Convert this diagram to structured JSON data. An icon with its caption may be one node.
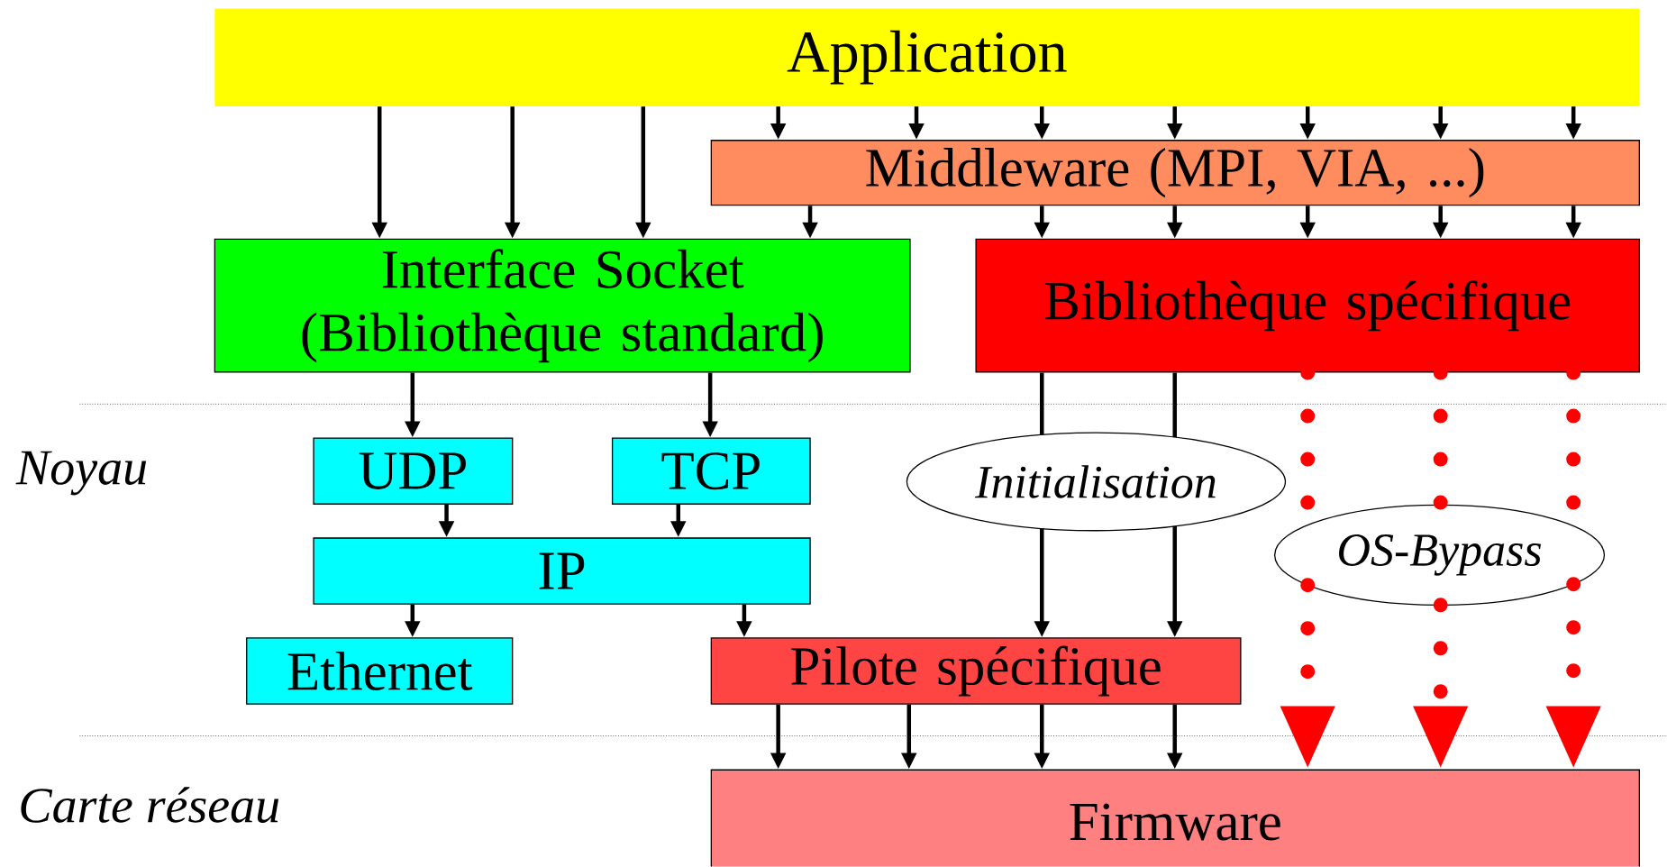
{
  "diagram": {
    "nodes": [
      {
        "text": [
          "Application"
        ]
      },
      {
        "text": [
          "Middleware (MPI, VIA, ...)"
        ]
      },
      {
        "text": [
          "Interface Socket (Bibliothèque standard)"
        ]
      },
      {
        "text": [
          "Bibliothèque spécifique"
        ]
      },
      {
        "text": [
          "UDP"
        ]
      },
      {
        "text": [
          "TCP"
        ]
      },
      {
        "text": [
          "Initialisation"
        ]
      },
      {
        "text": [
          "OS-Bypass"
        ]
      },
      {
        "text": [
          "IP"
        ]
      },
      {
        "text": [
          "Ethernet"
        ]
      },
      {
        "text": [
          "Pilote spécifique"
        ]
      },
      {
        "text": [
          "Firmware"
        ]
      }
    ],
    "edges": [
      {
        "from": 0,
        "to": 2,
        "arrow": "to"
      },
      {
        "from": 0,
        "to": 2,
        "arrow": "to"
      },
      {
        "from": 0,
        "to": 2,
        "arrow": "to"
      },
      {
        "from": 0,
        "to": 1,
        "arrow": "to"
      },
      {
        "from": 0,
        "to": 1,
        "arrow": "to"
      },
      {
        "from": 0,
        "to": 1,
        "arrow": "to"
      },
      {
        "from": 0,
        "to": 1,
        "arrow": "to"
      },
      {
        "from": 0,
        "to": 1,
        "arrow": "to"
      },
      {
        "from": 0,
        "to": 1,
        "arrow": "to"
      },
      {
        "from": 0,
        "to": 1,
        "arrow": "to"
      },
      {
        "from": 1,
        "to": 2,
        "arrow": "to"
      },
      {
        "from": 1,
        "to": 3,
        "arrow": "to"
      },
      {
        "from": 1,
        "to": 3,
        "arrow": "to"
      },
      {
        "from": 1,
        "to": 3,
        "arrow": "to"
      },
      {
        "from": 1,
        "to": 3,
        "arrow": "to"
      },
      {
        "from": 1,
        "to": 3,
        "arrow": "to"
      },
      {
        "from": 2,
        "to": 4,
        "arrow": "to"
      },
      {
        "from": 2,
        "to": 5,
        "arrow": "to"
      },
      {
        "from": 4,
        "to": 8,
        "arrow": "to"
      },
      {
        "from": 5,
        "to": 8,
        "arrow": "to"
      },
      {
        "from": 8,
        "to": 9,
        "arrow": "to"
      },
      {
        "from": 8,
        "to": 10,
        "arrow": "to"
      },
      {
        "from": 3,
        "to": 6,
        "arrow": "none"
      },
      {
        "from": 3,
        "to": 6,
        "arrow": "none"
      },
      {
        "from": 6,
        "to": 10,
        "arrow": "to"
      },
      {
        "from": 6,
        "to": 10,
        "arrow": "to"
      },
      {
        "from": 10,
        "to": 11,
        "arrow": "to"
      },
      {
        "from": 10,
        "to": 11,
        "arrow": "to"
      },
      {
        "from": 10,
        "to": 11,
        "arrow": "to"
      },
      {
        "from": 10,
        "to": 11,
        "arrow": "to"
      },
      {
        "from": 3,
        "to": 7,
        "arrow": "none",
        "style": "dashed",
        "color": "#ff0000"
      },
      {
        "from": 3,
        "to": 7,
        "arrow": "none",
        "style": "dashed",
        "color": "#ff0000"
      },
      {
        "from": 3,
        "to": 7,
        "arrow": "none",
        "style": "dashed",
        "color": "#ff0000"
      },
      {
        "from": 7,
        "to": 11,
        "arrow": "to",
        "style": "dashed",
        "color": "#ff0000"
      },
      {
        "from": 7,
        "to": 11,
        "arrow": "to",
        "style": "dashed",
        "color": "#ff0000"
      },
      {
        "from": 7,
        "to": 11,
        "arrow": "to",
        "style": "dashed",
        "color": "#ff0000"
      }
    ],
    "labels": [
      "Noyau",
      "Carte réseau"
    ]
  }
}
